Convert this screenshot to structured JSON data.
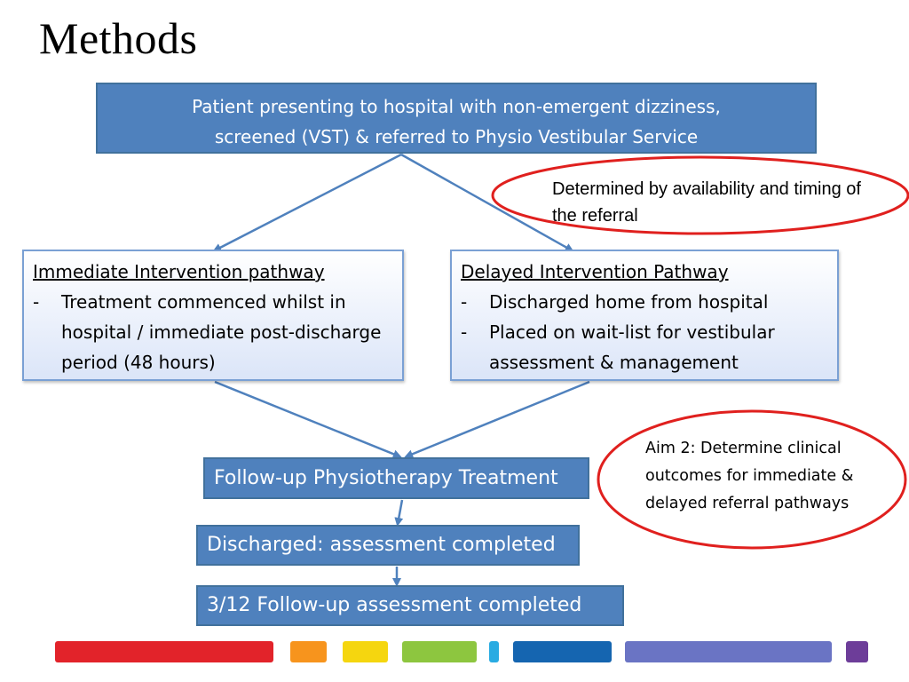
{
  "title": "Methods",
  "top_box": {
    "line1": "Patient presenting to hospital with non-emergent dizziness,",
    "line2": "screened (VST) & referred to Physio Vestibular Service"
  },
  "immediate": {
    "heading": "Immediate Intervention pathway",
    "bullets": [
      {
        "dash": "-",
        "text": "Treatment commenced whilst in hospital / immediate post-discharge period (48 hours)"
      }
    ]
  },
  "delayed": {
    "heading": "Delayed Intervention Pathway",
    "bullets": [
      {
        "dash": "-",
        "text": "Discharged home from hospital"
      },
      {
        "dash": "-",
        "text": "Placed on wait-list for vestibular assessment & management"
      }
    ]
  },
  "steps": {
    "followup": "Follow-up Physiotherapy Treatment",
    "discharged": "Discharged: assessment completed",
    "three_month": "3/12 Follow-up assessment completed"
  },
  "annotations": {
    "availability": "Determined by availability and timing of the referral",
    "aim2": "Aim 2: Determine clinical outcomes for immediate & delayed referral pathways"
  },
  "colors": {
    "box_fill": "#4f81bd",
    "box_border": "#41719c",
    "arrow": "#4f81bd",
    "annotation_ring": "#e0201e",
    "bars": [
      "#e2232a",
      "#f7941d",
      "#f5d60f",
      "#8dc63f",
      "#29abe2",
      "#1565b0",
      "#6a74c4",
      "#6d3d99"
    ]
  }
}
